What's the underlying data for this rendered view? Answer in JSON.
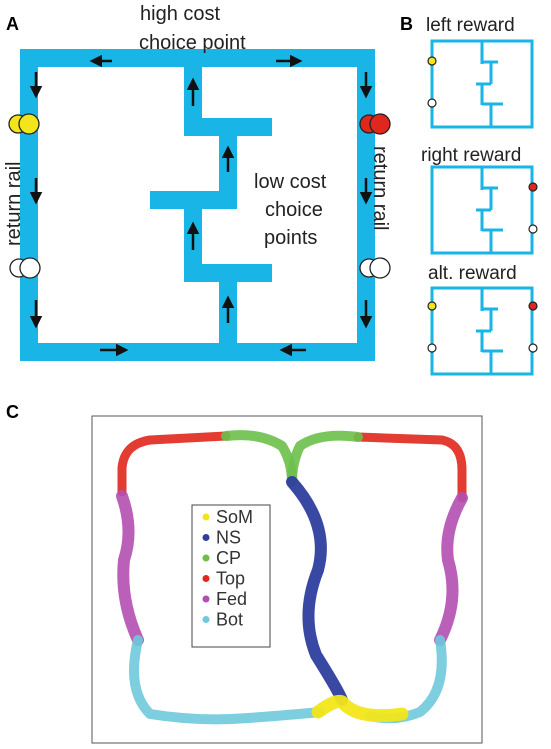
{
  "panels": {
    "a": "A",
    "b": "B",
    "c": "C"
  },
  "panel_a": {
    "high_cost_line1": "high cost",
    "high_cost_line2": "choice point",
    "low_cost_line1": "low cost",
    "low_cost_line2": "choice",
    "low_cost_line3": "points",
    "return_rail_left": "return rail",
    "return_rail_right": "return rail"
  },
  "panel_b": {
    "left_reward": "left reward",
    "right_reward": "right reward",
    "alt_reward": "alt. reward"
  },
  "legend": [
    {
      "label": "SoM",
      "color": "#f2e61a"
    },
    {
      "label": "NS",
      "color": "#2e3f9e"
    },
    {
      "label": "CP",
      "color": "#6cc04a"
    },
    {
      "label": "Top",
      "color": "#e0271d"
    },
    {
      "label": "Fed",
      "color": "#b24fb0"
    },
    {
      "label": "Bot",
      "color": "#6fc9dc"
    }
  ],
  "colors": {
    "maze": "#19b5e6",
    "yellow": "#f2e61a",
    "red": "#e0271d",
    "green": "#3fb54a",
    "dark_red_text": "#e0271d"
  }
}
